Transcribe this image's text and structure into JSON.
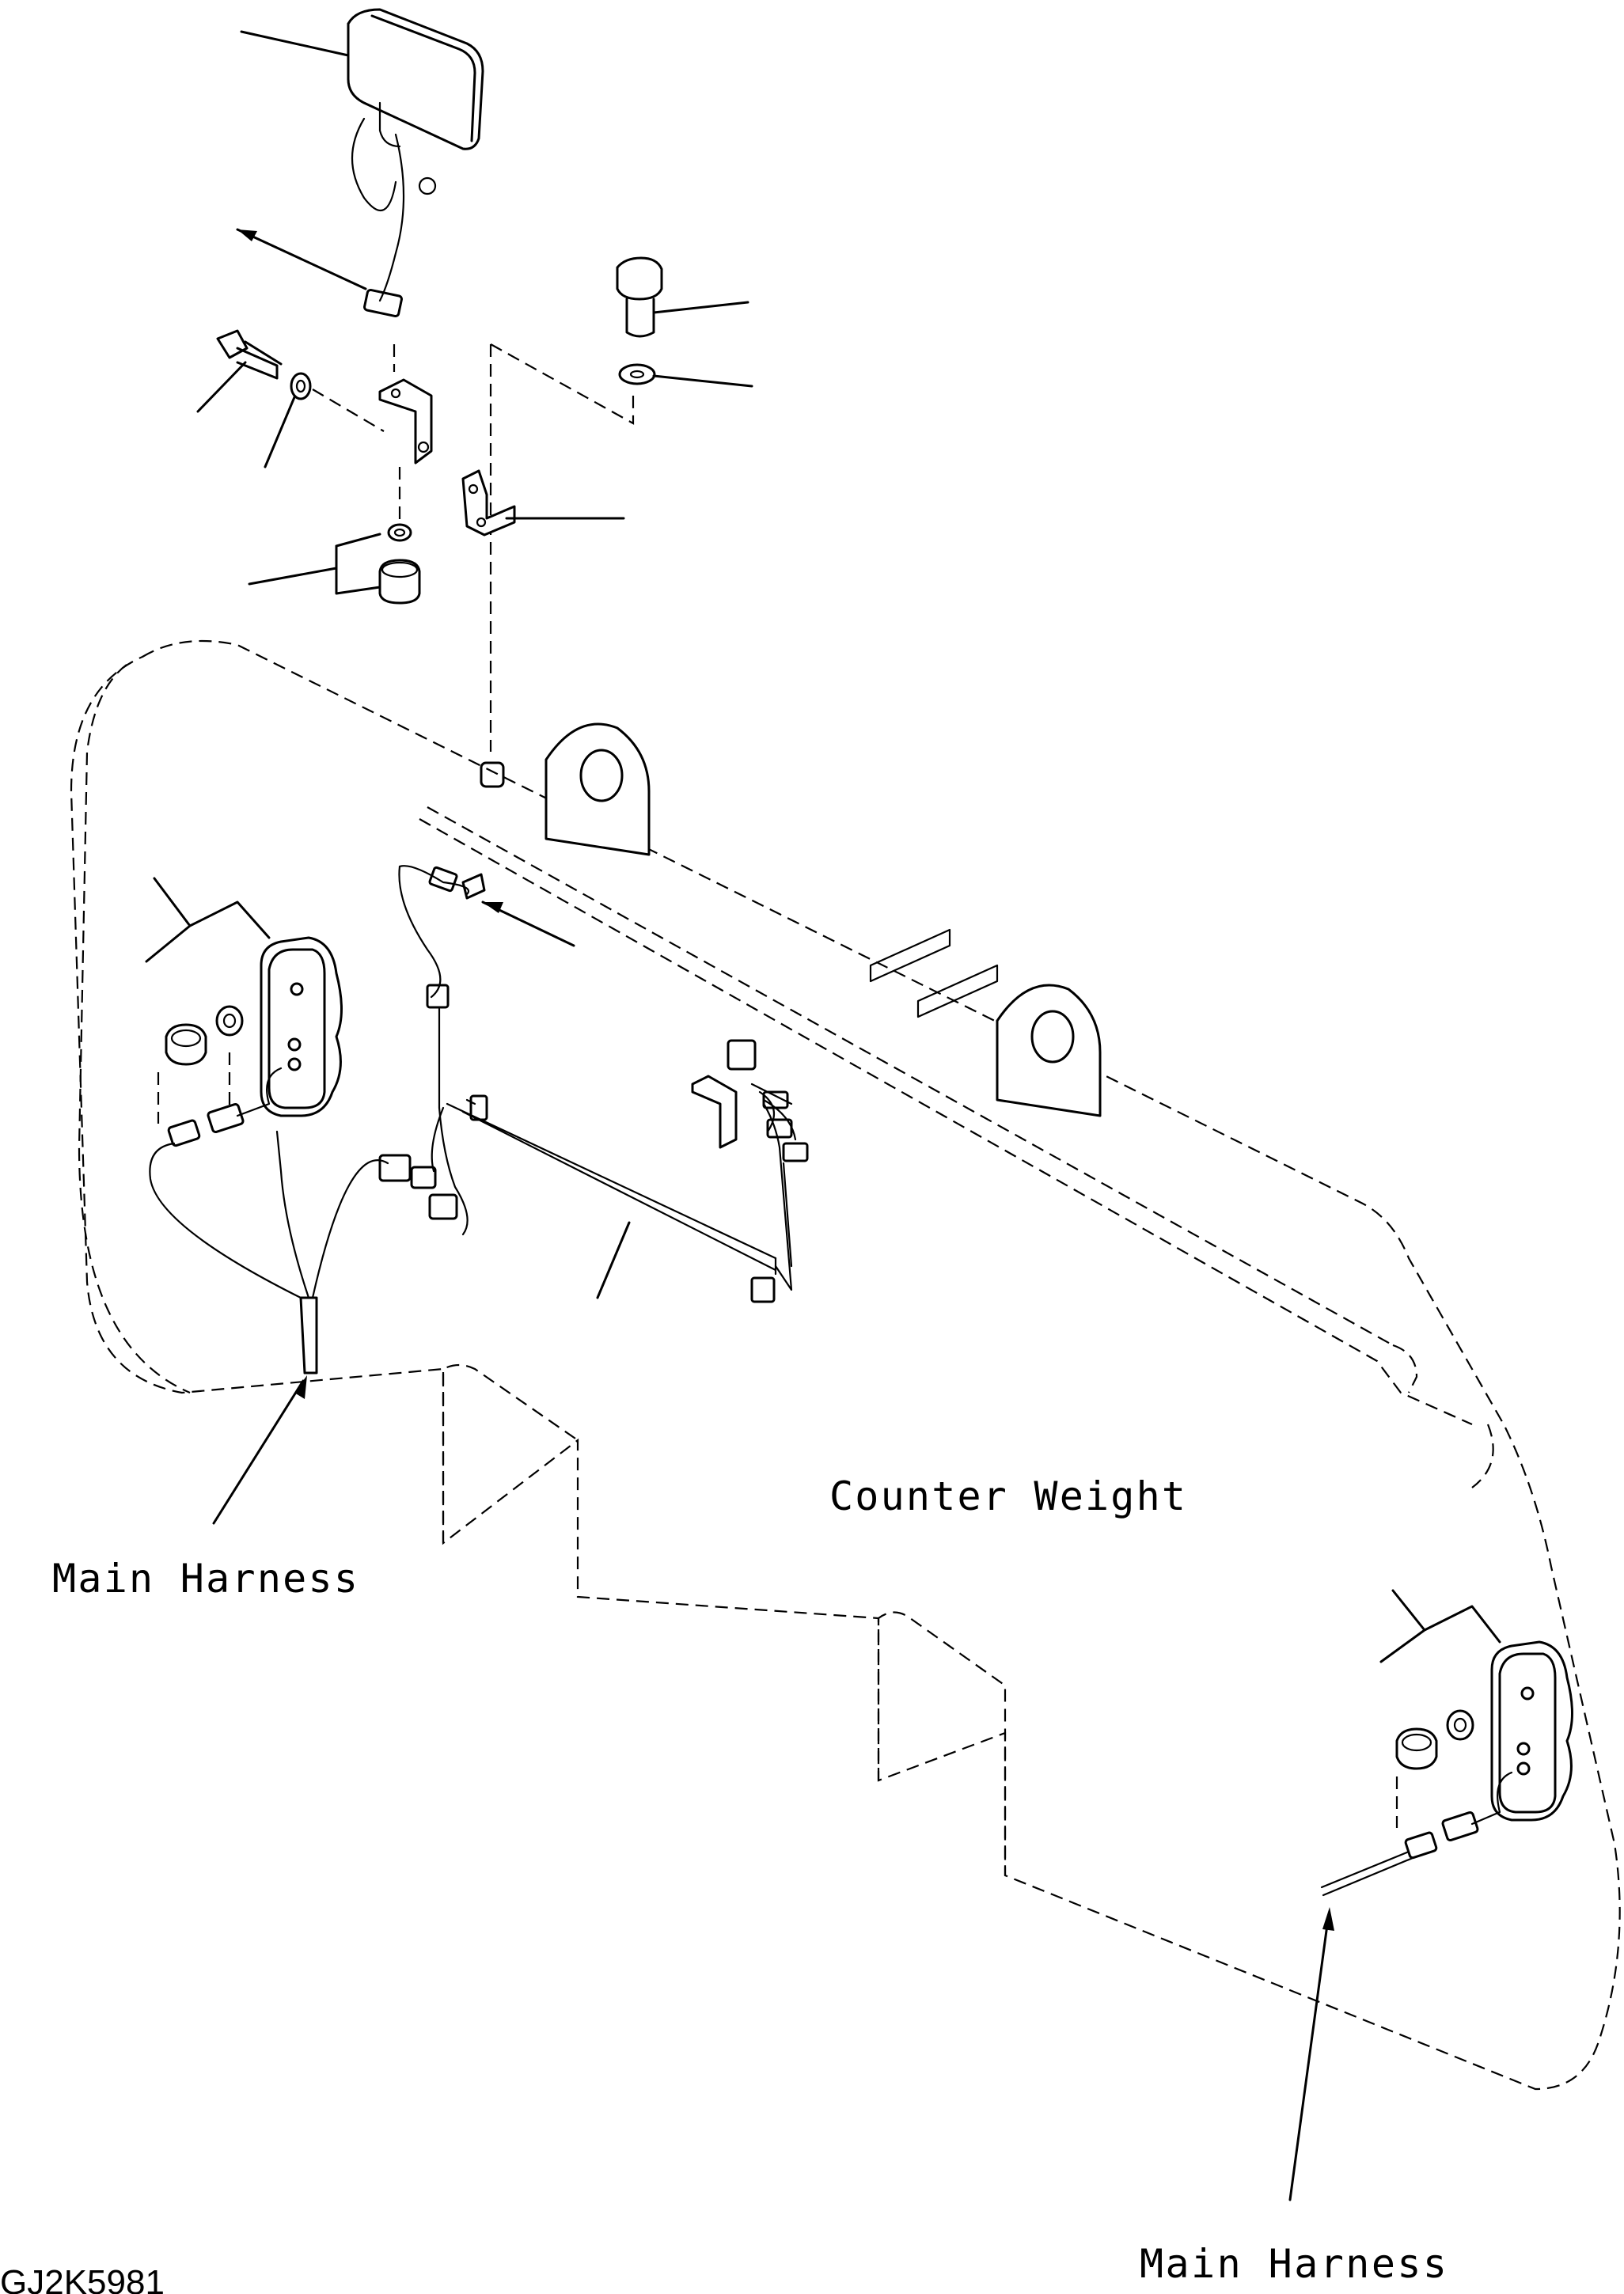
{
  "labels": {
    "counter_weight": "Counter Weight",
    "main_harness_left": "Main Harness",
    "main_harness_right": "Main Harness",
    "drawing_code": "GJ2K5981"
  }
}
